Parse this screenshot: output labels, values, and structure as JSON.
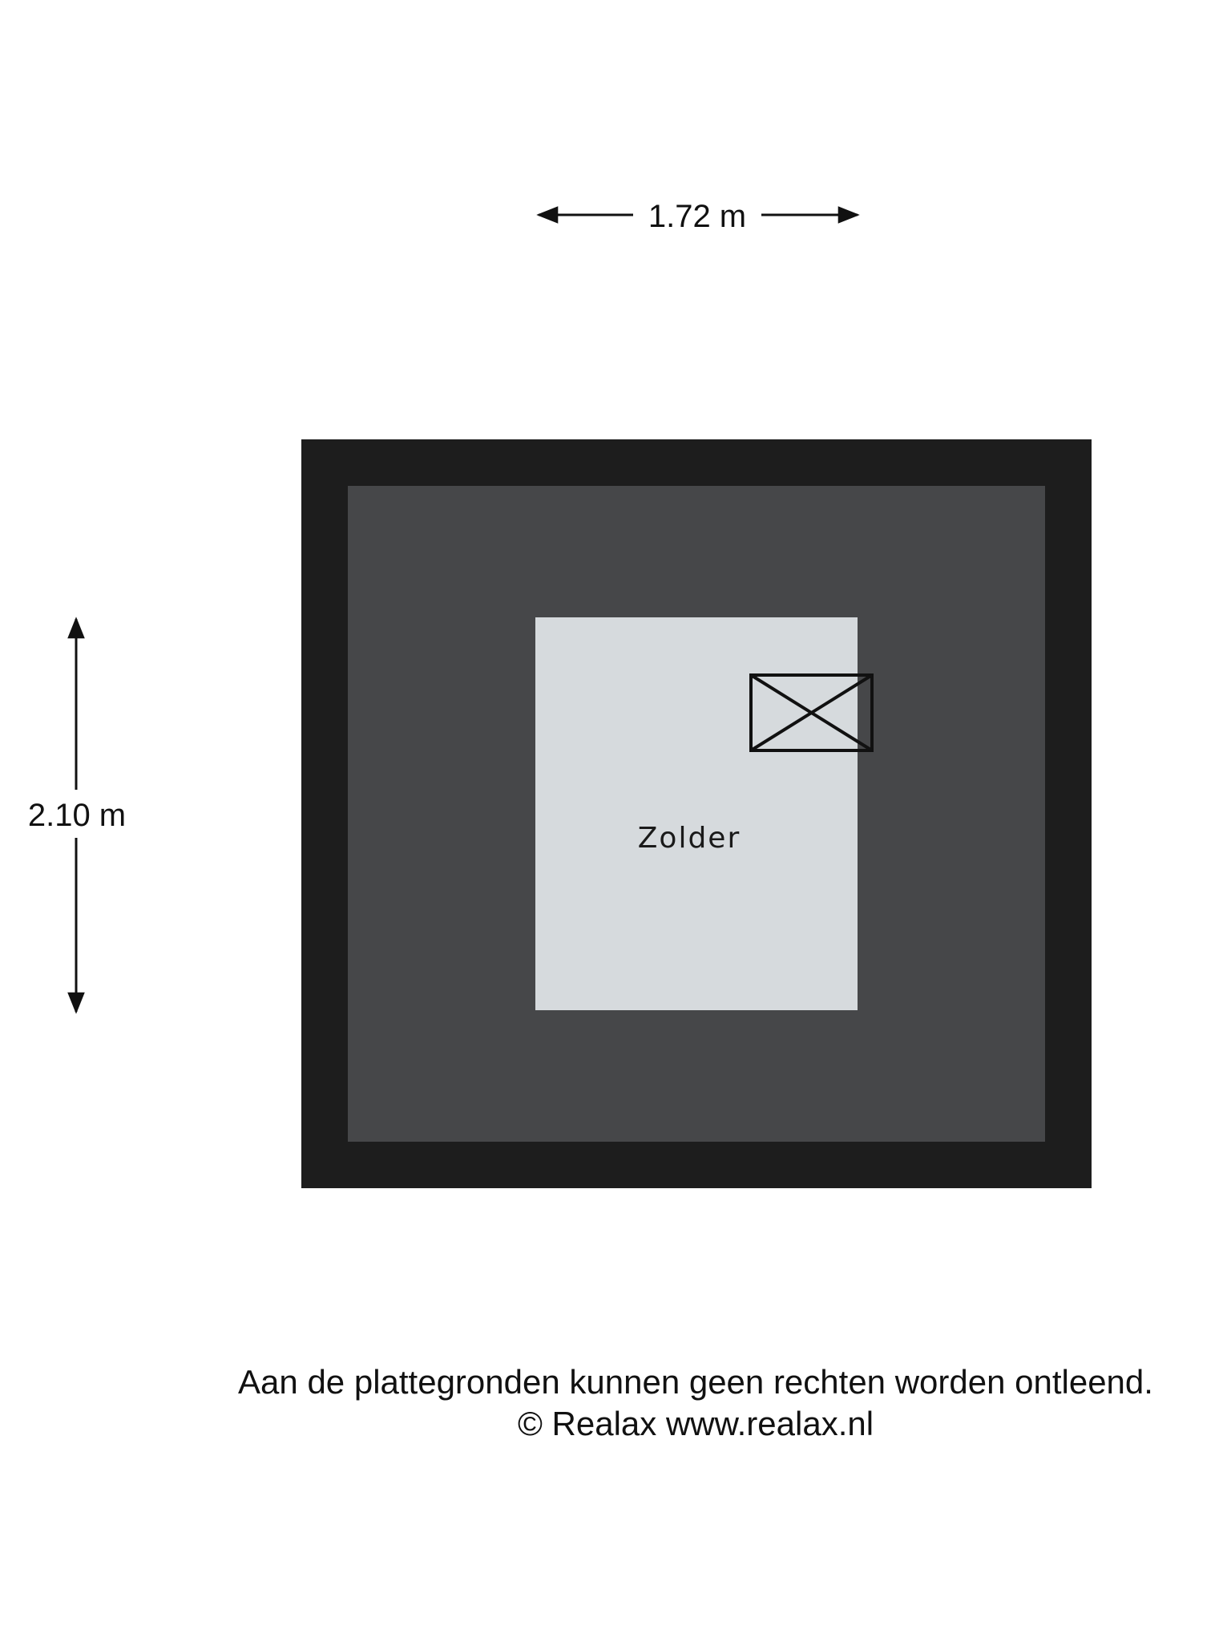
{
  "dimensions": {
    "width_label": "1.72 m",
    "height_label": "2.10 m"
  },
  "room": {
    "name": "Zolder"
  },
  "footer": {
    "disclaimer": "Aan de plattegronden kunnen geen rechten worden ontleend.",
    "copyright": "© Realax www.realax.nl"
  },
  "colors": {
    "outer_wall": "#1d1d1d",
    "low_ceiling_area": "#464749",
    "floor": "#d6dadd",
    "text": "#111111"
  },
  "icons": {
    "hatch": "roof-hatch-icon"
  }
}
